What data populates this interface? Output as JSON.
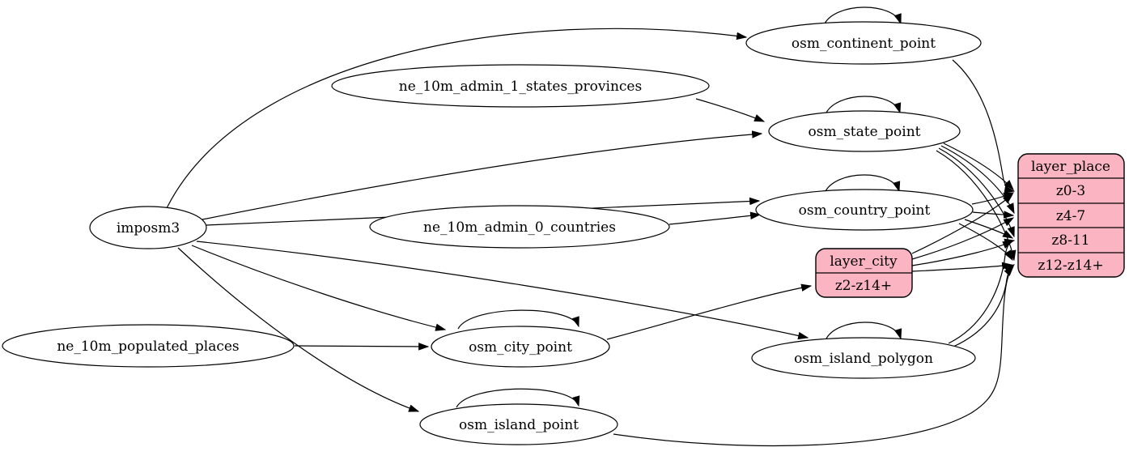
{
  "diagram_type": "etl-graph",
  "colors": {
    "background": "#ffffff",
    "node_fill": "#ffffff",
    "record_fill": "#fbb5c2",
    "stroke": "#000000",
    "text": "#000000"
  },
  "nodes": {
    "imposm3": {
      "label": "imposm3"
    },
    "ne_10m_admin_1_states_provinces": {
      "label": "ne_10m_admin_1_states_provinces"
    },
    "ne_10m_admin_0_countries": {
      "label": "ne_10m_admin_0_countries"
    },
    "ne_10m_populated_places": {
      "label": "ne_10m_populated_places"
    },
    "osm_continent_point": {
      "label": "osm_continent_point"
    },
    "osm_state_point": {
      "label": "osm_state_point"
    },
    "osm_country_point": {
      "label": "osm_country_point"
    },
    "osm_city_point": {
      "label": "osm_city_point"
    },
    "osm_island_polygon": {
      "label": "osm_island_polygon"
    },
    "osm_island_point": {
      "label": "osm_island_point"
    }
  },
  "records": {
    "layer_city": {
      "title": "layer_city",
      "rows": [
        "z2-z14+"
      ]
    },
    "layer_place": {
      "title": "layer_place",
      "rows": [
        "z0-3",
        "z4-7",
        "z8-11",
        "z12-z14+"
      ]
    }
  },
  "edges": [
    {
      "from": "imposm3",
      "to": "osm_continent_point"
    },
    {
      "from": "imposm3",
      "to": "osm_state_point"
    },
    {
      "from": "imposm3",
      "to": "osm_country_point"
    },
    {
      "from": "imposm3",
      "to": "osm_city_point"
    },
    {
      "from": "imposm3",
      "to": "osm_island_polygon"
    },
    {
      "from": "imposm3",
      "to": "osm_island_point"
    },
    {
      "from": "ne_10m_admin_1_states_provinces",
      "to": "osm_state_point"
    },
    {
      "from": "ne_10m_admin_0_countries",
      "to": "osm_country_point"
    },
    {
      "from": "ne_10m_populated_places",
      "to": "osm_city_point"
    },
    {
      "from": "osm_continent_point",
      "to": "osm_continent_point"
    },
    {
      "from": "osm_state_point",
      "to": "osm_state_point"
    },
    {
      "from": "osm_country_point",
      "to": "osm_country_point"
    },
    {
      "from": "osm_city_point",
      "to": "osm_city_point"
    },
    {
      "from": "osm_island_polygon",
      "to": "osm_island_polygon"
    },
    {
      "from": "osm_island_point",
      "to": "osm_island_point"
    },
    {
      "from": "osm_continent_point",
      "to": "layer_place",
      "to_port": "z0-3"
    },
    {
      "from": "osm_state_point",
      "to": "layer_place",
      "to_port": "z0-3"
    },
    {
      "from": "osm_state_point",
      "to": "layer_place",
      "to_port": "z4-7"
    },
    {
      "from": "osm_state_point",
      "to": "layer_place",
      "to_port": "z8-11"
    },
    {
      "from": "osm_state_point",
      "to": "layer_place",
      "to_port": "z12-z14+"
    },
    {
      "from": "osm_country_point",
      "to": "layer_place",
      "to_port": "z0-3"
    },
    {
      "from": "osm_country_point",
      "to": "layer_place",
      "to_port": "z4-7"
    },
    {
      "from": "osm_country_point",
      "to": "layer_place",
      "to_port": "z8-11"
    },
    {
      "from": "osm_country_point",
      "to": "layer_place",
      "to_port": "z12-z14+"
    },
    {
      "from": "osm_city_point",
      "to": "layer_city",
      "to_port": "z2-z14+"
    },
    {
      "from": "layer_city",
      "to": "layer_place",
      "to_port": "z0-3"
    },
    {
      "from": "layer_city",
      "to": "layer_place",
      "to_port": "z4-7"
    },
    {
      "from": "layer_city",
      "to": "layer_place",
      "to_port": "z8-11"
    },
    {
      "from": "layer_city",
      "to": "layer_place",
      "to_port": "z12-z14+"
    },
    {
      "from": "osm_island_polygon",
      "to": "layer_place",
      "to_port": "z8-11"
    },
    {
      "from": "osm_island_polygon",
      "to": "layer_place",
      "to_port": "z12-z14+"
    },
    {
      "from": "osm_island_point",
      "to": "layer_place",
      "to_port": "z12-z14+"
    }
  ]
}
